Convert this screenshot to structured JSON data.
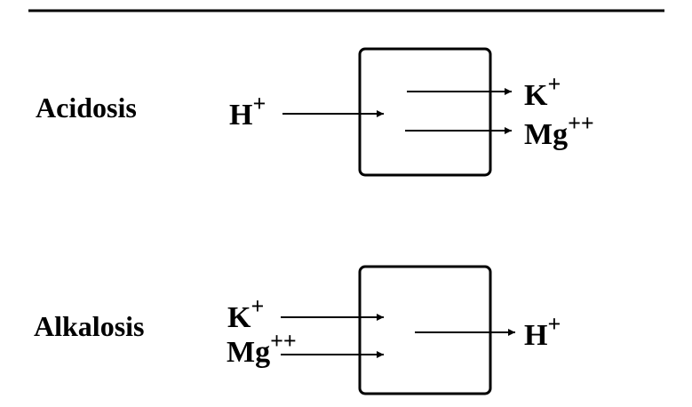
{
  "panels": {
    "acidosis": {
      "label": "Acidosis",
      "inflow": [
        {
          "ion": "H",
          "charge": "+"
        }
      ],
      "outflow": [
        {
          "ion": "K",
          "charge": "+"
        },
        {
          "ion": "Mg",
          "charge": "++"
        }
      ]
    },
    "alkalosis": {
      "label": "Alkalosis",
      "inflow": [
        {
          "ion": "K",
          "charge": "+"
        },
        {
          "ion": "Mg",
          "charge": "++"
        }
      ],
      "outflow": [
        {
          "ion": "H",
          "charge": "+"
        }
      ]
    }
  }
}
